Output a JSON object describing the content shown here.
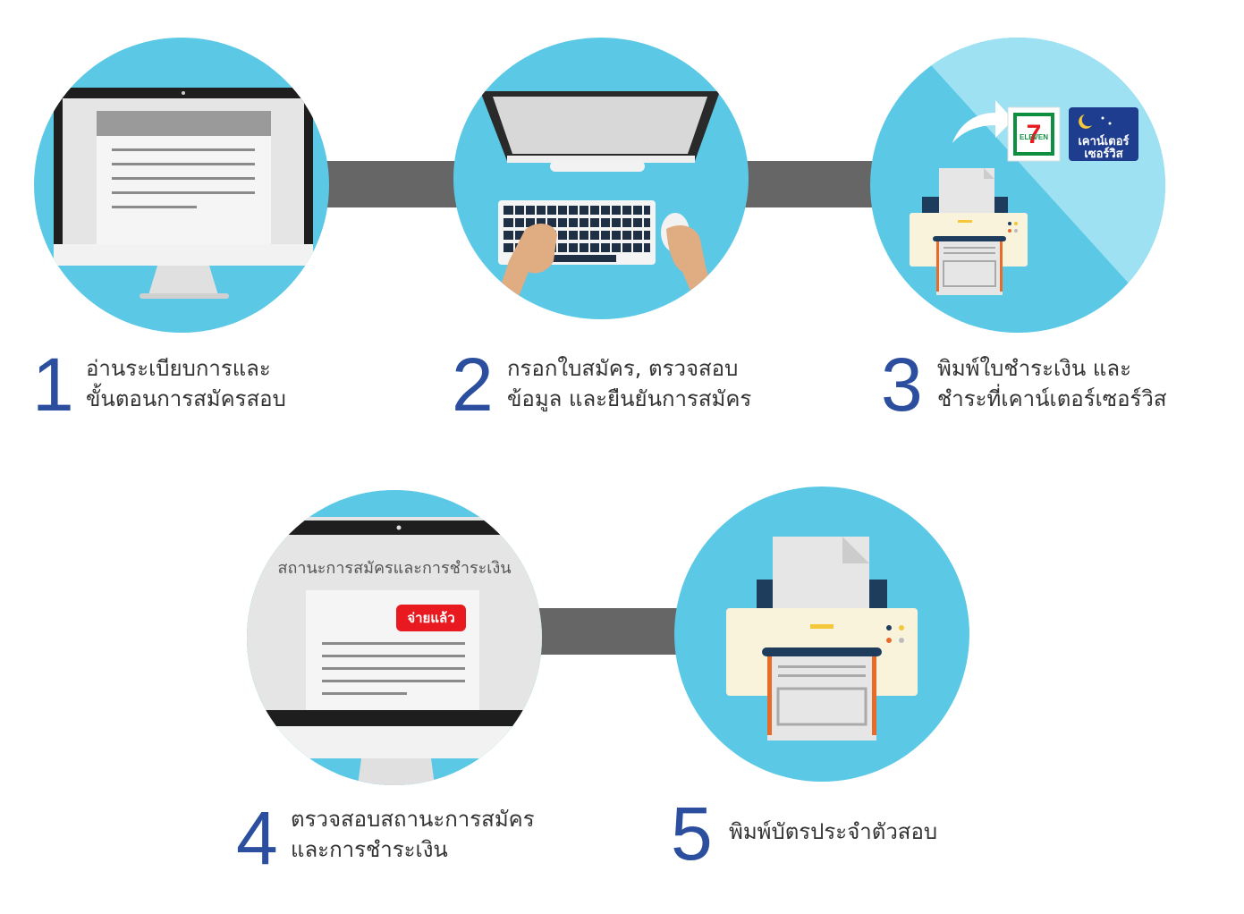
{
  "steps": [
    {
      "number": "1",
      "line1": "อ่านระเบียบการและ",
      "line2": "ขั้นตอนการสมัครสอบ"
    },
    {
      "number": "2",
      "line1": "กรอกใบสมัคร, ตรวจสอบ",
      "line2": "ข้อมูล และยืนยันการสมัคร"
    },
    {
      "number": "3",
      "line1": "พิมพ์ใบชำระเงิน และ",
      "line2": "ชำระที่เคาน์เตอร์เซอร์วิส"
    },
    {
      "number": "4",
      "line1": "ตรวจสอบสถานะการสมัคร",
      "line2": "และการชำระเงิน"
    },
    {
      "number": "5",
      "line1": "พิมพ์บัตรประจำตัวสอบ",
      "line2": ""
    }
  ],
  "step3_icons": {
    "seven_eleven_label": "ELEVEN",
    "seven_eleven_digit": "7",
    "counter_service_line1": "เคาน์เตอร์",
    "counter_service_line2": "เซอร์วิส"
  },
  "step4_screen": {
    "title": "สถานะการสมัครและการชำระเงิน",
    "paid_badge": "จ่ายแล้ว"
  },
  "colors": {
    "circle": "#5bc8e6",
    "connector": "#666666",
    "number": "#2b4e9e",
    "text": "#333333",
    "badge": "#e8191f"
  }
}
